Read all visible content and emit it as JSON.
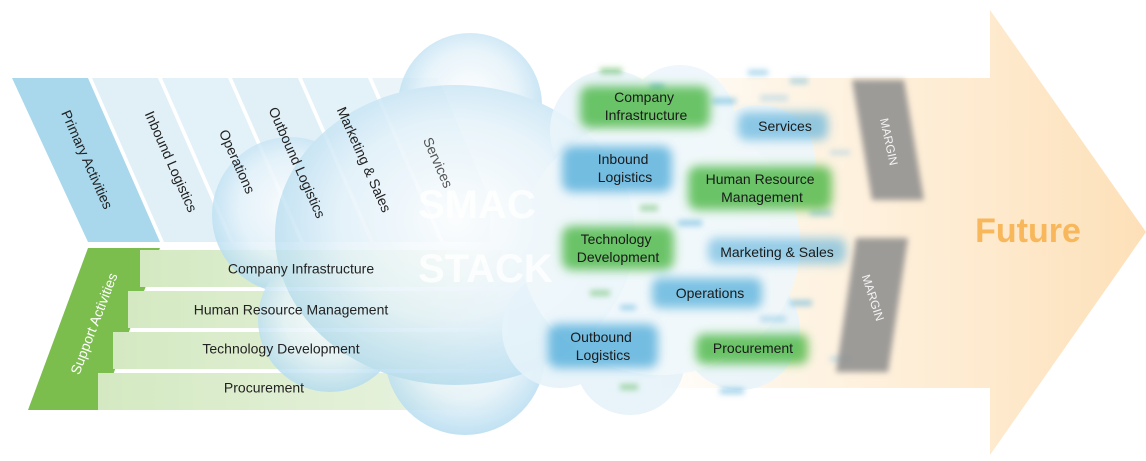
{
  "colors": {
    "primary_blue": "#a9d8ec",
    "primary_light": "#e3f1f8",
    "support_green": "#7cbe4e",
    "support_light": "#dcedcc",
    "cloud_blue": "#9ed0ea",
    "blob_green": "#3db236",
    "blob_blue": "#4aa9d8",
    "margin_gray": "#8c8c8c",
    "future_orange": "#f7b75a",
    "arrow_peach": "#fde0b8"
  },
  "primary": {
    "header": "Primary Activities",
    "items": [
      "Inbound Logistics",
      "Operations",
      "Outbound Logistics",
      "Marketing & Sales",
      "Services"
    ]
  },
  "support": {
    "header": "Support Activities",
    "items": [
      "Company Infrastructure",
      "Human Resource Management",
      "Technology Development",
      "Procurement"
    ]
  },
  "cloud": {
    "line1": "SMAC",
    "line2": "STACK"
  },
  "blobs": {
    "company_infrastructure": [
      "Company",
      "Infrastructure"
    ],
    "inbound_logistics": [
      "Inbound",
      "Logistics"
    ],
    "services": "Services",
    "human_resource_management": [
      "Human Resource",
      "Management"
    ],
    "technology_development": [
      "Technology",
      "Development"
    ],
    "marketing_sales": "Marketing & Sales",
    "operations": "Operations",
    "outbound_logistics": [
      "Outbound",
      "Logistics"
    ],
    "procurement": "Procurement"
  },
  "margin": {
    "top": "MARGIN",
    "bottom": "MARGIN"
  },
  "future": "Future"
}
